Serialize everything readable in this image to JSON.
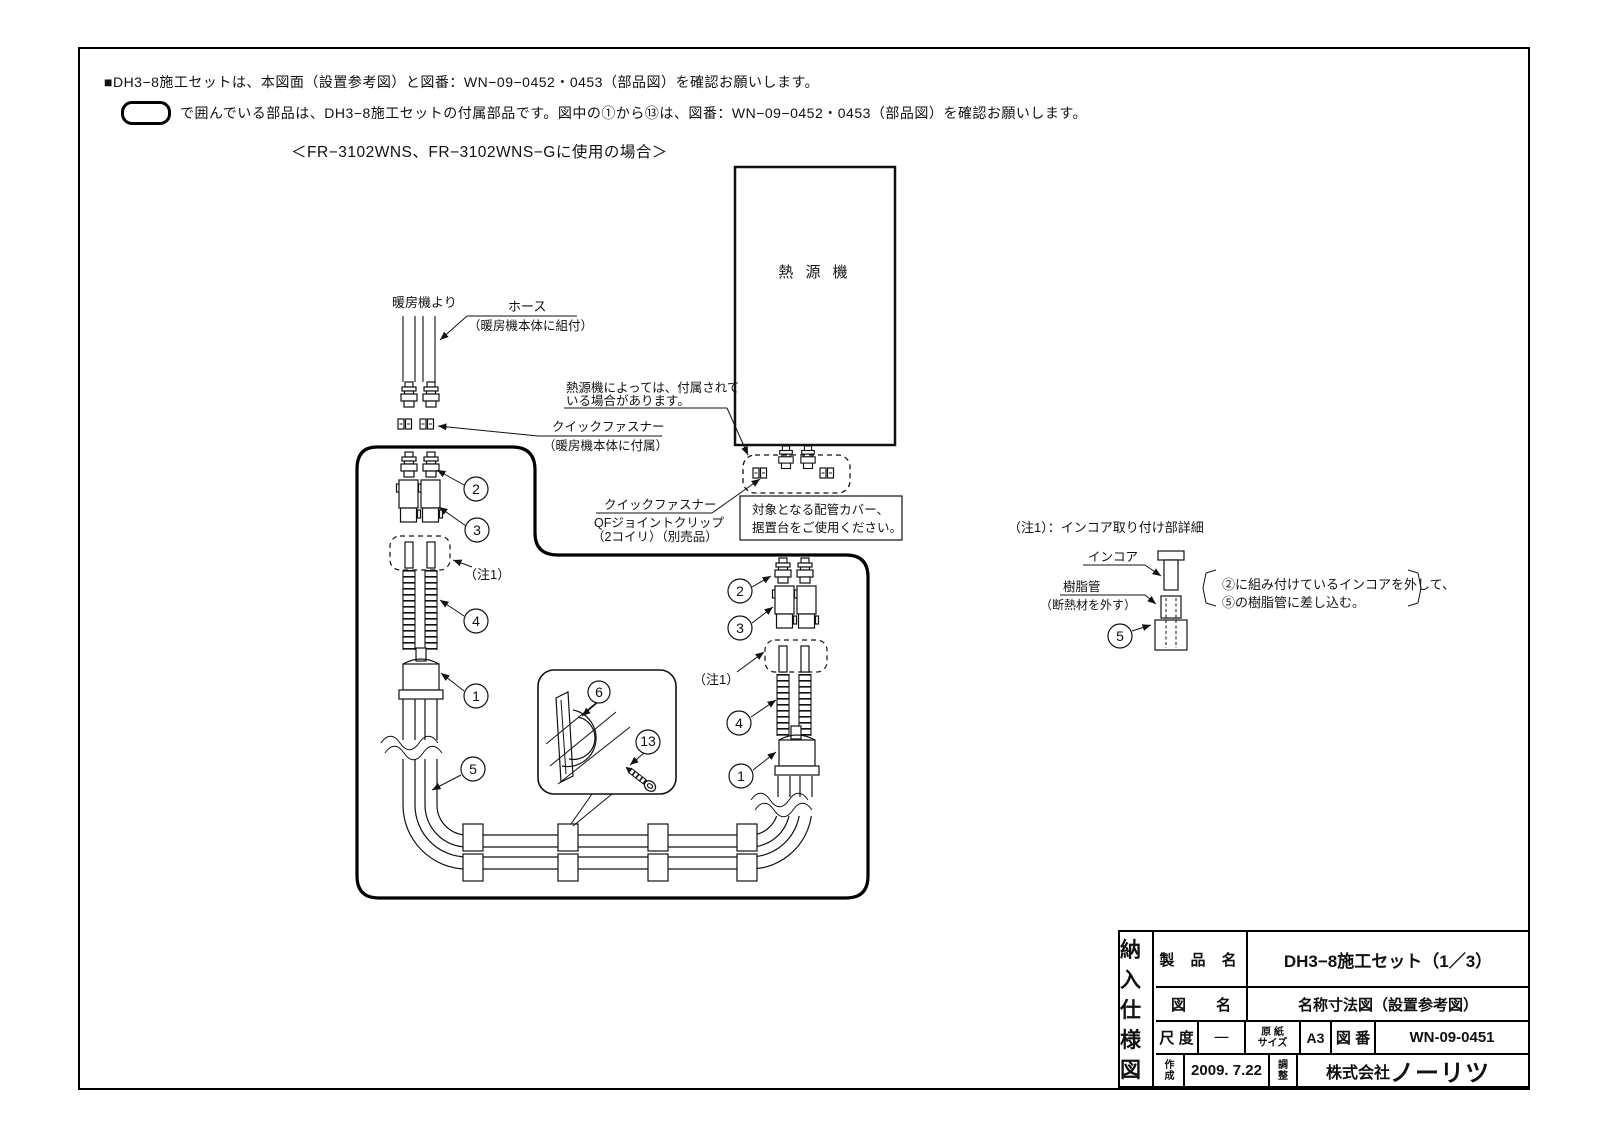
{
  "notes": {
    "line1": "■DH3−8施工セットは、本図面（設置参考図）と図番：WN−09−0452・0453（部品図）を確認お願いします。",
    "line2": "で囲んでいる部品は、DH3−8施工セットの付属部品です。図中の①から⑬は、図番：WN−09−0452・0453（部品図）を確認お願いします。",
    "usage": "＜FR−3102WNS、FR−3102WNS−Gに使用の場合＞"
  },
  "diagram": {
    "heat_source": "熱 源 機",
    "from_heater": "暖房機より",
    "hose": "ホース",
    "hose_sub": "（暖房機本体に組付）",
    "hs_note_1": "熱源機によっては、付属されて",
    "hs_note_2": "いる場合があります。",
    "qf_label": "クイックファスナー",
    "qf_sub": "（暖房機本体に付属）",
    "qf2_label": "クイックファスナー",
    "qf2_sub1": "QFジョイントクリップ",
    "qf2_sub2": "（2コイリ）（別売品）",
    "cover_note_1": "対象となる配管カバー、",
    "cover_note_2": "据置台をご使用ください。",
    "note1": "（注1）",
    "parts": {
      "p1": "1",
      "p2": "2",
      "p3": "3",
      "p4": "4",
      "p5": "5",
      "p6": "6",
      "p13": "13"
    },
    "detail": {
      "title": "（注1）：インコア取り付け部詳細",
      "incore": "インコア",
      "resin": "樹脂管",
      "resin_sub": "（断熱材を外す）",
      "inst_1": "②に組み付けているインコアを外して、",
      "inst_2": "⑤の樹脂管に差し込む。"
    }
  },
  "title_block": {
    "side": "納入仕様図",
    "product_label": "製 品 名",
    "product_value": "DH3−8施工セット（1／3）",
    "drawing_label": "図　　名",
    "drawing_value": "名称寸法図（設置参考図）",
    "scale_label": "尺 度",
    "scale_value": "一",
    "paper_label_1": "原 紙",
    "paper_label_2": "サイズ",
    "paper_value": "A3",
    "no_label": "図 番",
    "no_value": "WN-09-0451",
    "created_label_1": "作",
    "created_label_2": "成",
    "created_value": "2009. 7.22",
    "adjust_label_1": "調",
    "adjust_label_2": "整",
    "company_prefix": "株式会社",
    "company_name": "ノーリツ"
  }
}
